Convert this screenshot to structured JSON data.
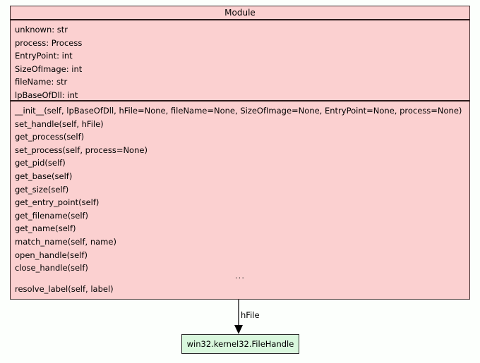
{
  "diagram": {
    "type": "uml-class-diagram",
    "background_color": "#fcfffc"
  },
  "classes": [
    {
      "id": "module",
      "title": "Module",
      "fill_color": "#fbd0d0",
      "border_color": "#3d2b2b",
      "attributes": [
        "unknown: str",
        "process: Process",
        "EntryPoint: int",
        "SizeOfImage: int",
        "fileName: str",
        "lpBaseOfDll: int"
      ],
      "methods": [
        "__init__(self, lpBaseOfDll, hFile=None, fileName=None, SizeOfImage=None, EntryPoint=None, process=None)",
        "set_handle(self, hFile)",
        "get_process(self)",
        "set_process(self, process=None)",
        "get_pid(self)",
        "get_base(self)",
        "get_size(self)",
        "get_entry_point(self)",
        "get_filename(self)",
        "get_name(self)",
        "match_name(self, name)",
        "open_handle(self)",
        "close_handle(self)"
      ],
      "methods_truncation_marker": "...",
      "methods_tail": [
        "resolve_label(self, label)"
      ]
    },
    {
      "id": "filehandle",
      "title": "win32.kernel32.FileHandle",
      "fill_color": "#d9f7dd",
      "border_color": "#2b2b2b"
    }
  ],
  "edges": [
    {
      "id": "module-to-filehandle",
      "from": "module",
      "to": "filehandle",
      "label": "hFile",
      "arrow": "open-arrow-down",
      "color": "#3d3d3d"
    }
  ]
}
